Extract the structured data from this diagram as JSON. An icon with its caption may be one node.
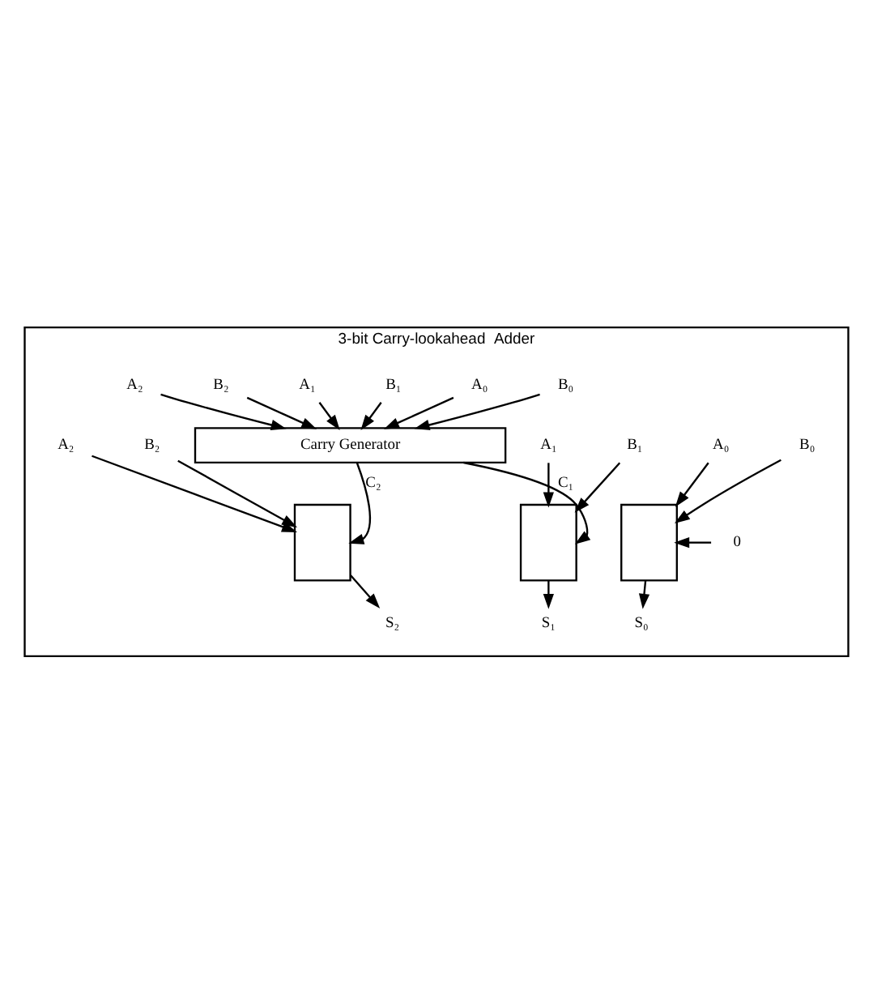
{
  "diagram": {
    "nodes": [
      {
        "text": [
          "3-bit Carry-lookahead  Adder"
        ]
      },
      {
        "text": [
          "A₂"
        ],
        "in": 0
      },
      {
        "text": [
          "B₂"
        ],
        "in": 0
      },
      {
        "text": [
          "A₁"
        ],
        "in": 0
      },
      {
        "text": [
          "B₁"
        ],
        "in": 0
      },
      {
        "text": [
          "A₀"
        ],
        "in": 0
      },
      {
        "text": [
          "B₀"
        ],
        "in": 0
      },
      {
        "text": [
          "Carry Generator"
        ],
        "in": 0
      },
      {
        "text": [
          "A₂"
        ],
        "in": 0
      },
      {
        "text": [
          "B₂"
        ],
        "in": 0
      },
      {
        "text": [
          "A₁"
        ],
        "in": 0
      },
      {
        "text": [
          "B₁"
        ],
        "in": 0
      },
      {
        "text": [
          "A₀"
        ],
        "in": 0
      },
      {
        "text": [
          "B₀"
        ],
        "in": 0
      },
      {
        "text": [],
        "shape": "box",
        "in": 0
      },
      {
        "text": [],
        "shape": "box",
        "in": 0
      },
      {
        "text": [],
        "shape": "box",
        "in": 0
      },
      {
        "text": [
          "S₂"
        ],
        "in": 0
      },
      {
        "text": [
          "S₁"
        ],
        "in": 0
      },
      {
        "text": [
          "S₀"
        ],
        "in": 0
      },
      {
        "text": [
          "0"
        ],
        "in": 0
      }
    ],
    "edges": [
      {
        "from": 1,
        "to": 7,
        "arrow": "to"
      },
      {
        "from": 2,
        "to": 7,
        "arrow": "to"
      },
      {
        "from": 3,
        "to": 7,
        "arrow": "to"
      },
      {
        "from": 4,
        "to": 7,
        "arrow": "to"
      },
      {
        "from": 5,
        "to": 7,
        "arrow": "to"
      },
      {
        "from": 6,
        "to": 7,
        "arrow": "to"
      },
      {
        "from": 7,
        "to": 14,
        "arrow": "to",
        "label": "C₂"
      },
      {
        "from": 7,
        "to": 15,
        "arrow": "to",
        "label": "C₁"
      },
      {
        "from": 8,
        "to": 14,
        "arrow": "to"
      },
      {
        "from": 9,
        "to": 14,
        "arrow": "to"
      },
      {
        "from": 10,
        "to": 15,
        "arrow": "to"
      },
      {
        "from": 11,
        "to": 15,
        "arrow": "to"
      },
      {
        "from": 12,
        "to": 16,
        "arrow": "to"
      },
      {
        "from": 13,
        "to": 16,
        "arrow": "to"
      },
      {
        "from": 14,
        "to": 17,
        "arrow": "to"
      },
      {
        "from": 15,
        "to": 18,
        "arrow": "to"
      },
      {
        "from": 16,
        "to": 19,
        "arrow": "to"
      },
      {
        "from": 20,
        "to": 16,
        "arrow": "to"
      }
    ]
  }
}
